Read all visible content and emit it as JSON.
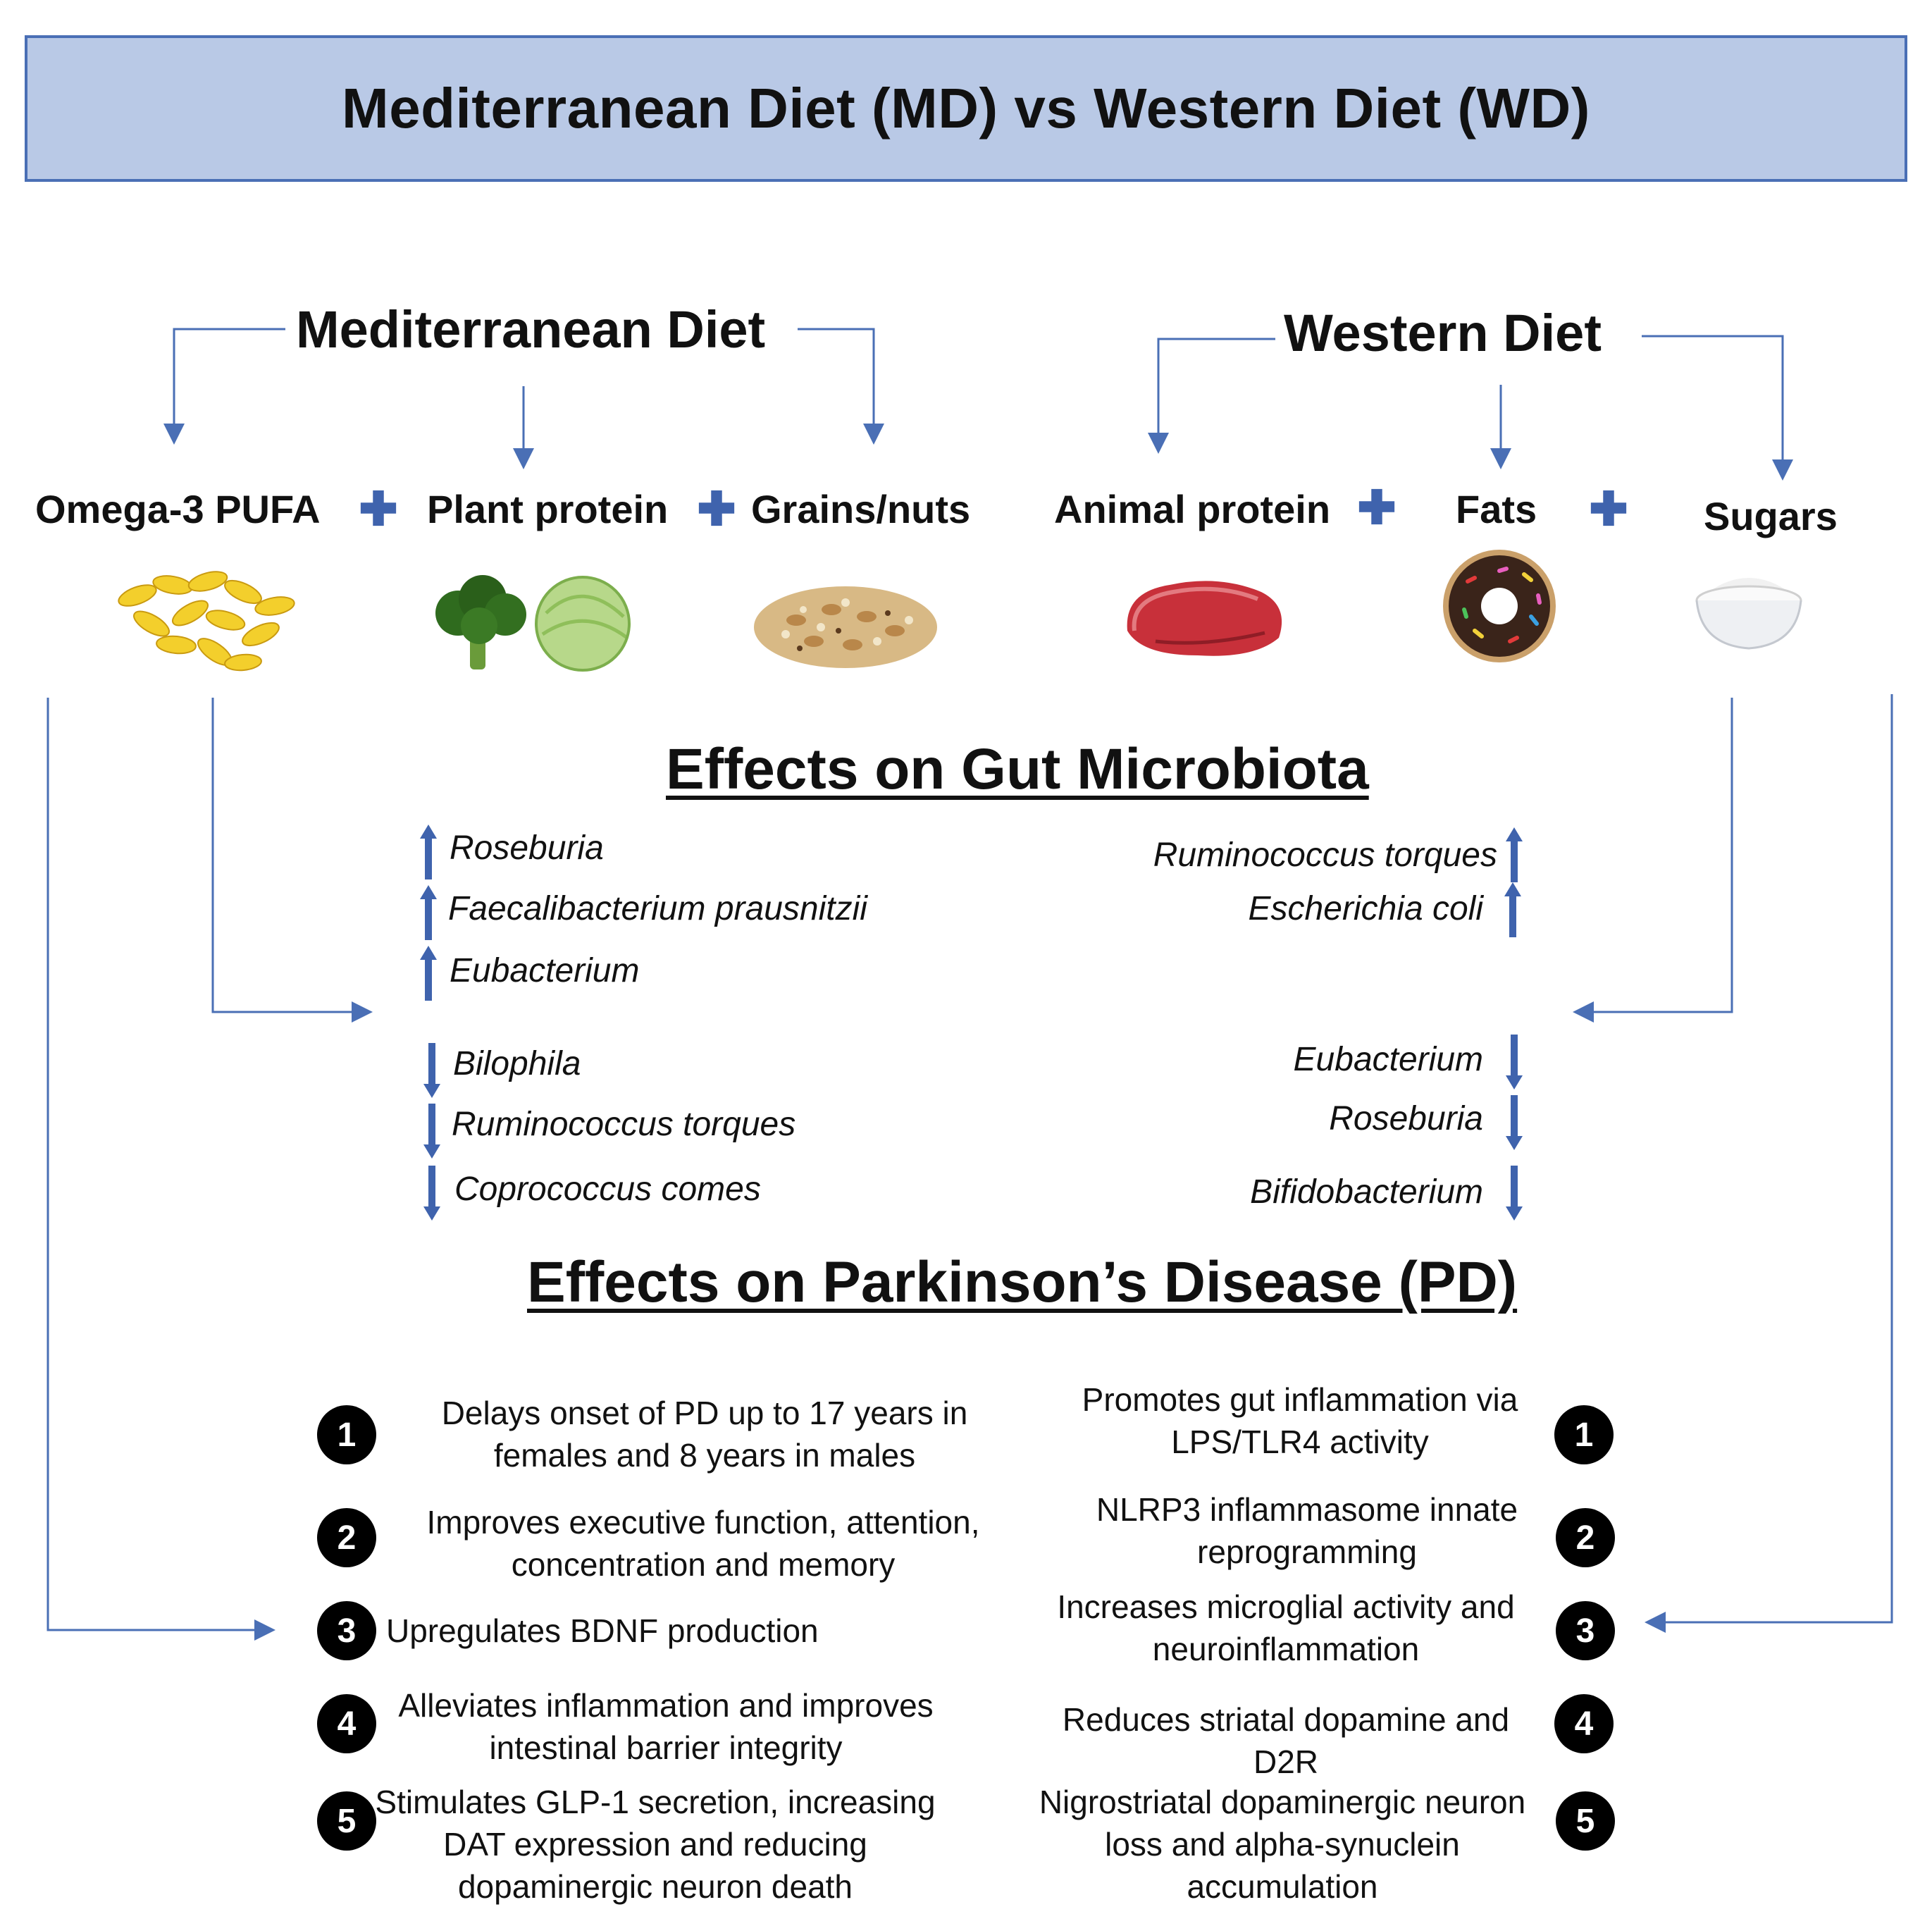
{
  "title": "Mediterranean Diet (MD) vs Western Diet (WD)",
  "colors": {
    "banner": "#b9c9e6",
    "accent": "#4a6fb5",
    "arrow": "#3f63ad"
  },
  "md": {
    "title": "Mediterranean Diet",
    "foods": [
      "Omega-3 PUFA",
      "Plant protein",
      "Grains/nuts"
    ],
    "food_icons": [
      "omega3-capsules-image",
      "broccoli-cabbage-image",
      "grains-nuts-image"
    ]
  },
  "wd": {
    "title": "Western Diet",
    "foods": [
      "Animal protein",
      "Fats",
      "Sugars"
    ],
    "food_icons": [
      "red-meat-image",
      "donut-image",
      "sugar-bowl-image"
    ]
  },
  "gut": {
    "title": "Effects on Gut Microbiota",
    "md_up": [
      "Roseburia",
      "Faecalibacterium prausnitzii",
      "Eubacterium"
    ],
    "md_down": [
      "Bilophila",
      "Ruminococcus torques",
      "Coprococcus comes"
    ],
    "wd_up": [
      "Ruminococcus torques",
      "Escherichia coli"
    ],
    "wd_down": [
      "Eubacterium",
      "Roseburia",
      "Bifidobacterium"
    ]
  },
  "pd": {
    "title": "Effects on Parkinson’s Disease (PD)",
    "md_effects": [
      "Delays onset of PD up to 17 years in females and 8 years in males",
      "Improves executive function, attention, concentration and memory",
      "Upregulates BDNF production",
      "Alleviates inflammation and improves intestinal barrier integrity",
      "Stimulates GLP-1 secretion, increasing DAT expression and reducing dopaminergic neuron death"
    ],
    "wd_effects": [
      "Promotes gut inflammation via LPS/TLR4 activity",
      "NLRP3 inflammasome innate reprogramming",
      "Increases microglial activity and neuroinflammation",
      "Reduces striatal dopamine and D2R",
      "Nigrostriatal dopaminergic neuron loss and alpha-synuclein accumulation"
    ],
    "numbers": [
      "1",
      "2",
      "3",
      "4",
      "5"
    ]
  }
}
